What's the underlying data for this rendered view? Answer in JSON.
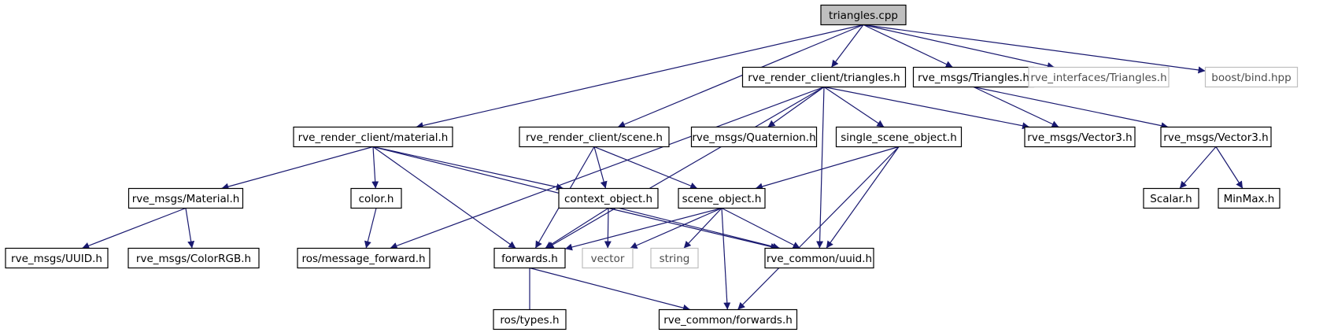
{
  "colors": {
    "edge": "#191970",
    "node_border": "#000000",
    "node_border_external": "#bfbfbf",
    "root_fill": "#bfbfbf",
    "text": "#000000",
    "text_external": "#4d4d4d"
  },
  "nodes": [
    {
      "id": "triangles_cpp",
      "label": "triangles.cpp",
      "kind": "root"
    },
    {
      "id": "rrc_triangles_h",
      "label": "rve_render_client/triangles.h",
      "kind": "normal"
    },
    {
      "id": "rm_Triangles_h",
      "label": "rve_msgs/Triangles.h",
      "kind": "normal"
    },
    {
      "id": "ri_Triangles_h",
      "label": "rve_interfaces/Triangles.h",
      "kind": "external"
    },
    {
      "id": "boost_bind",
      "label": "boost/bind.hpp",
      "kind": "external"
    },
    {
      "id": "rrc_material_h",
      "label": "rve_render_client/material.h",
      "kind": "normal"
    },
    {
      "id": "rrc_scene_h",
      "label": "rve_render_client/scene.h",
      "kind": "normal"
    },
    {
      "id": "rm_Quaternion_h",
      "label": "rve_msgs/Quaternion.h",
      "kind": "normal"
    },
    {
      "id": "single_scene_object_h",
      "label": "single_scene_object.h",
      "kind": "normal"
    },
    {
      "id": "rm_Vector3_h_a",
      "label": "rve_msgs/Vector3.h",
      "kind": "normal"
    },
    {
      "id": "rm_Vector3_h_b",
      "label": "rve_msgs/Vector3.h",
      "kind": "normal"
    },
    {
      "id": "rm_Material_h",
      "label": "rve_msgs/Material.h",
      "kind": "normal"
    },
    {
      "id": "color_h",
      "label": "color.h",
      "kind": "normal"
    },
    {
      "id": "context_object_h",
      "label": "context_object.h",
      "kind": "normal"
    },
    {
      "id": "scene_object_h",
      "label": "scene_object.h",
      "kind": "normal"
    },
    {
      "id": "Scalar_h",
      "label": "Scalar.h",
      "kind": "normal"
    },
    {
      "id": "MinMax_h",
      "label": "MinMax.h",
      "kind": "normal"
    },
    {
      "id": "rm_UUID_h",
      "label": "rve_msgs/UUID.h",
      "kind": "normal"
    },
    {
      "id": "rm_ColorRGB_h",
      "label": "rve_msgs/ColorRGB.h",
      "kind": "normal"
    },
    {
      "id": "ros_message_forward_h",
      "label": "ros/message_forward.h",
      "kind": "normal"
    },
    {
      "id": "forwards_h",
      "label": "forwards.h",
      "kind": "normal"
    },
    {
      "id": "vector",
      "label": "vector",
      "kind": "external"
    },
    {
      "id": "string",
      "label": "string",
      "kind": "external"
    },
    {
      "id": "rc_uuid_h",
      "label": "rve_common/uuid.h",
      "kind": "normal"
    },
    {
      "id": "ros_types_h",
      "label": "ros/types.h",
      "kind": "normal"
    },
    {
      "id": "rc_forwards_h",
      "label": "rve_common/forwards.h",
      "kind": "normal"
    }
  ],
  "edges": [
    [
      "triangles_cpp",
      "rrc_triangles_h"
    ],
    [
      "triangles_cpp",
      "rm_Triangles_h"
    ],
    [
      "triangles_cpp",
      "ri_Triangles_h"
    ],
    [
      "triangles_cpp",
      "boost_bind"
    ],
    [
      "triangles_cpp",
      "rrc_material_h"
    ],
    [
      "triangles_cpp",
      "rrc_scene_h"
    ],
    [
      "rrc_triangles_h",
      "rm_Quaternion_h"
    ],
    [
      "rrc_triangles_h",
      "single_scene_object_h"
    ],
    [
      "rrc_triangles_h",
      "rm_Vector3_h_a"
    ],
    [
      "rrc_triangles_h",
      "ros_message_forward_h"
    ],
    [
      "rrc_triangles_h",
      "forwards_h"
    ],
    [
      "rrc_triangles_h",
      "rc_uuid_h"
    ],
    [
      "rm_Triangles_h",
      "rm_Vector3_h_a"
    ],
    [
      "rm_Triangles_h",
      "rm_Vector3_h_b"
    ],
    [
      "rm_Vector3_h_b",
      "Scalar_h"
    ],
    [
      "rm_Vector3_h_b",
      "MinMax_h"
    ],
    [
      "rrc_material_h",
      "rm_Material_h"
    ],
    [
      "rrc_material_h",
      "color_h"
    ],
    [
      "rrc_material_h",
      "context_object_h"
    ],
    [
      "rrc_material_h",
      "forwards_h"
    ],
    [
      "rrc_material_h",
      "rc_uuid_h"
    ],
    [
      "rrc_scene_h",
      "context_object_h"
    ],
    [
      "rrc_scene_h",
      "scene_object_h"
    ],
    [
      "rrc_scene_h",
      "forwards_h"
    ],
    [
      "single_scene_object_h",
      "scene_object_h"
    ],
    [
      "single_scene_object_h",
      "rc_uuid_h"
    ],
    [
      "single_scene_object_h",
      "rc_forwards_h"
    ],
    [
      "rm_Material_h",
      "rm_UUID_h"
    ],
    [
      "rm_Material_h",
      "rm_ColorRGB_h"
    ],
    [
      "color_h",
      "ros_message_forward_h"
    ],
    [
      "context_object_h",
      "forwards_h"
    ],
    [
      "context_object_h",
      "vector"
    ],
    [
      "context_object_h",
      "rc_uuid_h"
    ],
    [
      "scene_object_h",
      "forwards_h"
    ],
    [
      "scene_object_h",
      "vector"
    ],
    [
      "scene_object_h",
      "string"
    ],
    [
      "scene_object_h",
      "rc_uuid_h"
    ],
    [
      "scene_object_h",
      "rc_forwards_h"
    ],
    [
      "forwards_h",
      "ros_types_h"
    ],
    [
      "forwards_h",
      "rc_forwards_h"
    ]
  ]
}
